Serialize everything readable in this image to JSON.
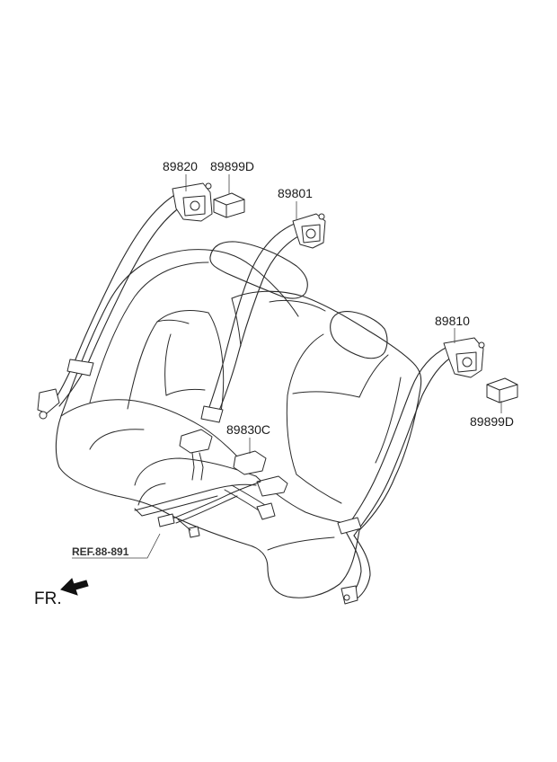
{
  "diagram": {
    "labels": {
      "belt_left_outer": "89820",
      "clip_left": "89899D",
      "belt_center": "89801",
      "belt_right_outer": "89810",
      "clip_right": "89899D",
      "buckle": "89830C",
      "reference": "REF.88-891",
      "front": "FR."
    }
  }
}
